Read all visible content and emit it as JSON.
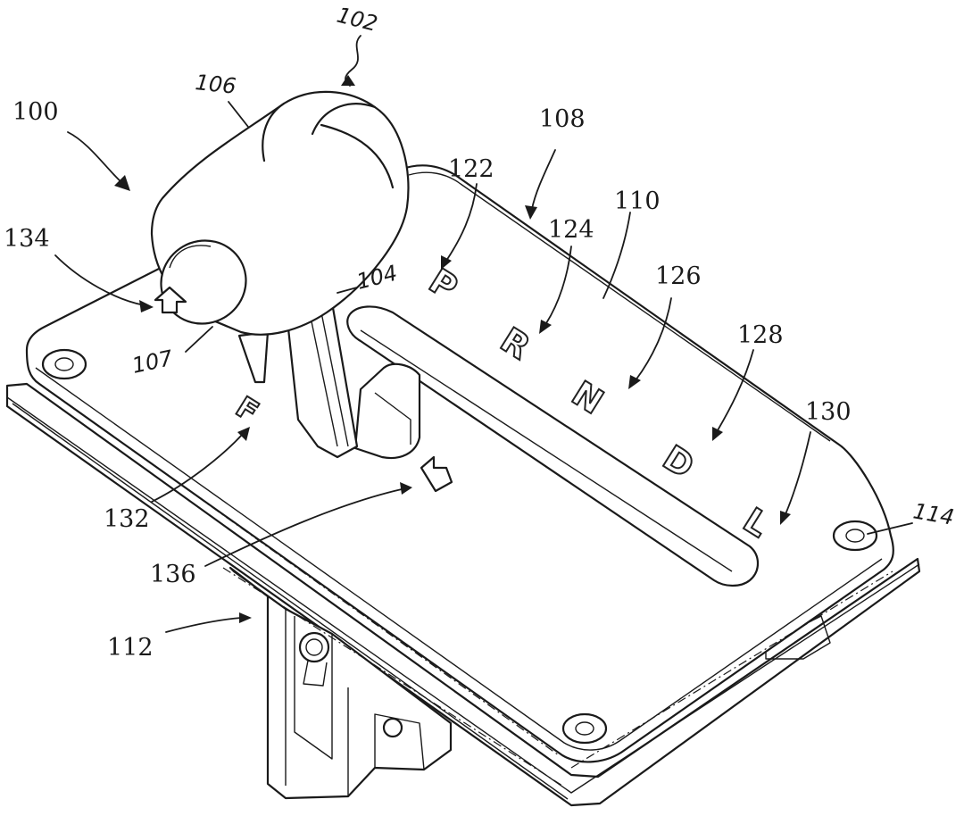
{
  "figure": {
    "labels": {
      "assembly": "100",
      "shifter": "102",
      "stem": "104",
      "knob": "106",
      "knob_base": "107",
      "indicator": "108",
      "bezel": "110",
      "bracket": "112",
      "fastener": "114",
      "mark_p": "122",
      "mark_r": "124",
      "mark_n": "126",
      "mark_d": "128",
      "mark_l": "130",
      "mark_f": "132",
      "arrow_up": "134",
      "arrow_down": "136"
    },
    "gear_letters": {
      "p": "P",
      "r": "R",
      "n": "N",
      "d": "D",
      "l": "L",
      "f": "F"
    }
  }
}
